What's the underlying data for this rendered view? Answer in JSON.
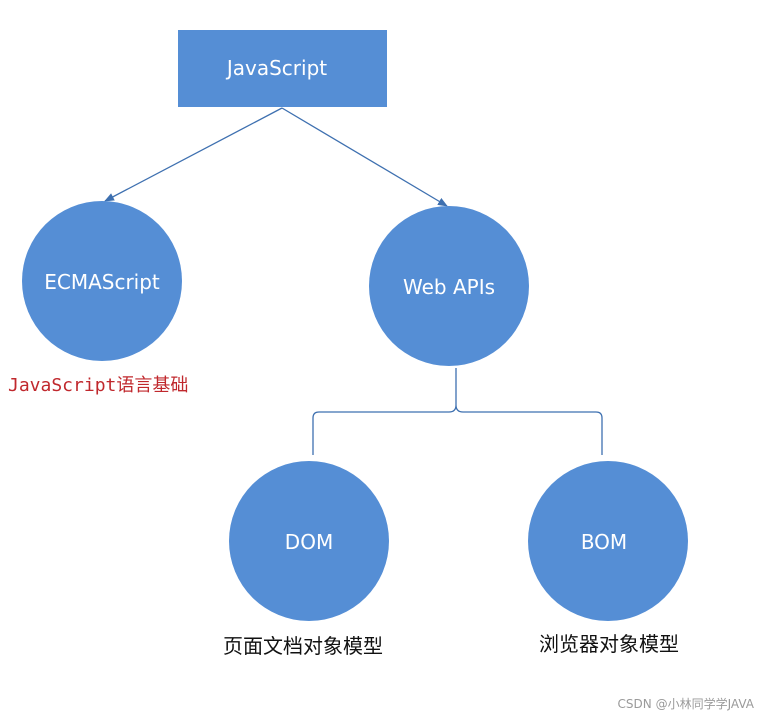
{
  "nodes": {
    "root": {
      "label": "JavaScript"
    },
    "ecmascript": {
      "label": "ECMAScript",
      "caption": "JavaScript语言基础"
    },
    "web_apis": {
      "label": "Web APIs"
    },
    "dom": {
      "label": "DOM",
      "caption": "页面文档对象模型"
    },
    "bom": {
      "label": "BOM",
      "caption": "浏览器对象模型"
    }
  },
  "watermark": "CSDN @小林同学学JAVA",
  "colors": {
    "node_fill": "#558ed5",
    "connector": "#3e70b0",
    "ecmascript_caption": "#c0282d",
    "caption": "#111111"
  }
}
